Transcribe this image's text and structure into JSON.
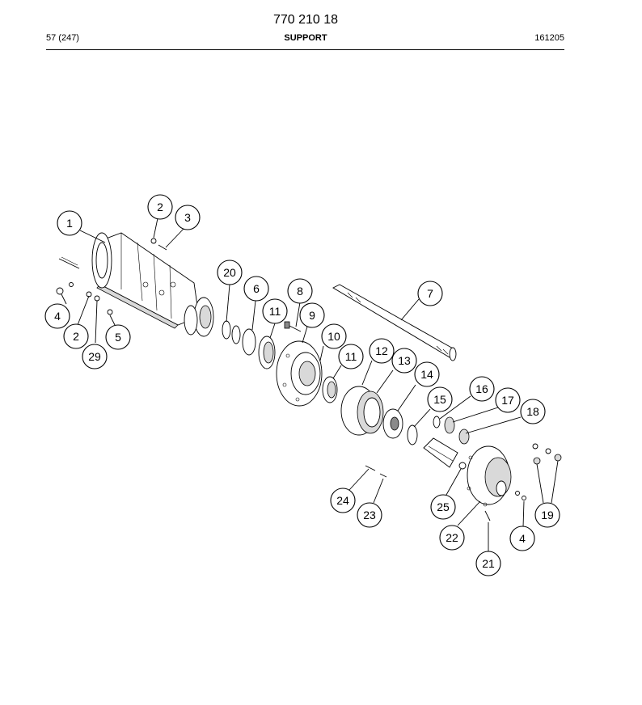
{
  "header": {
    "doc_number": "770 210 18",
    "page_ref": "57 (247)",
    "section_title": "SUPPORT",
    "date_code": "161205"
  },
  "callouts": [
    {
      "id": "c1",
      "label": "1"
    },
    {
      "id": "c2a",
      "label": "2"
    },
    {
      "id": "c3",
      "label": "3"
    },
    {
      "id": "c4a",
      "label": "4"
    },
    {
      "id": "c2b",
      "label": "2"
    },
    {
      "id": "c29",
      "label": "29"
    },
    {
      "id": "c5",
      "label": "5"
    },
    {
      "id": "c20",
      "label": "20"
    },
    {
      "id": "c6",
      "label": "6"
    },
    {
      "id": "c8",
      "label": "8"
    },
    {
      "id": "c7",
      "label": "7"
    },
    {
      "id": "c11a",
      "label": "11"
    },
    {
      "id": "c9",
      "label": "9"
    },
    {
      "id": "c10",
      "label": "10"
    },
    {
      "id": "c11b",
      "label": "11"
    },
    {
      "id": "c12",
      "label": "12"
    },
    {
      "id": "c13",
      "label": "13"
    },
    {
      "id": "c14",
      "label": "14"
    },
    {
      "id": "c15",
      "label": "15"
    },
    {
      "id": "c16",
      "label": "16"
    },
    {
      "id": "c17",
      "label": "17"
    },
    {
      "id": "c18",
      "label": "18"
    },
    {
      "id": "c24",
      "label": "24"
    },
    {
      "id": "c23",
      "label": "23"
    },
    {
      "id": "c25",
      "label": "25"
    },
    {
      "id": "c22",
      "label": "22"
    },
    {
      "id": "c4b",
      "label": "4"
    },
    {
      "id": "c19",
      "label": "19"
    },
    {
      "id": "c21",
      "label": "21"
    }
  ]
}
